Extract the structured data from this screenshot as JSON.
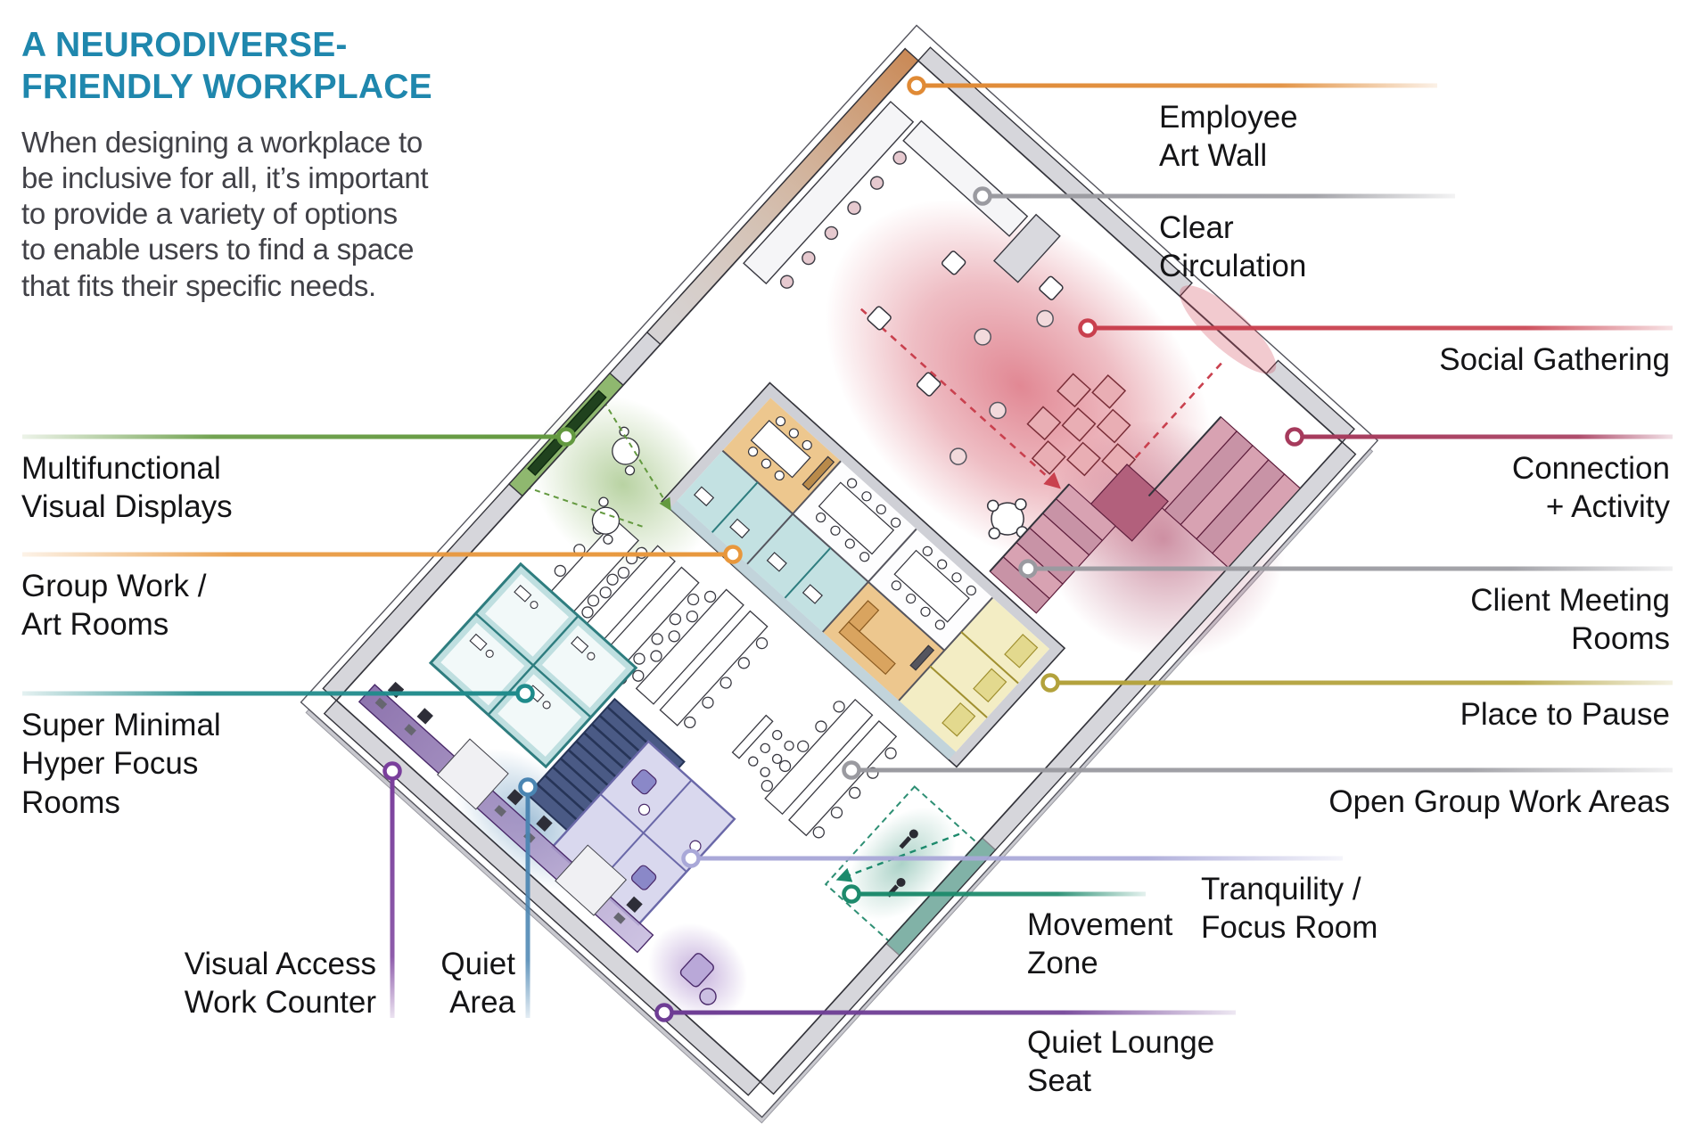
{
  "title": "A NEURODIVERSE-\nFRIENDLY WORKPLACE",
  "intro": "When designing a workplace to\nbe inclusive for all, it’s important\nto provide a variety of options\nto enable users to find a space\nthat fits their specific needs.",
  "palette": {
    "title_teal": "#1f87ad",
    "body_text": "#414147",
    "label_text": "#141416",
    "wall_gray": "#d6d6db",
    "floor_white": "#ffffff",
    "social_red": "#c9404e",
    "connection_maroon": "#a63a5c",
    "group_work_orange": "#e8973c",
    "displays_green": "#63993f",
    "hyper_focus_teal": "#1f8b8b",
    "visual_access_purple": "#7a3f9c",
    "quiet_area_blue": "#4a85b2",
    "neutral_gray": "#9a9aa0",
    "pause_olive": "#b3a23c",
    "tranquility_lavender": "#a9a8d8",
    "movement_jade": "#1d8a6c",
    "quiet_lounge_purple": "#6e3d94"
  },
  "callouts": [
    {
      "name": "multifunctional-visual-displays",
      "label": "Multifunctional\nVisual Displays",
      "color": "#63993f"
    },
    {
      "name": "group-work-art-rooms",
      "label": "Group Work /\nArt Rooms",
      "color": "#e8973c"
    },
    {
      "name": "super-minimal-hyper-focus-rooms",
      "label": "Super Minimal\nHyper Focus\nRooms",
      "color": "#1f8b8b"
    },
    {
      "name": "visual-access-work-counter",
      "label": "Visual Access\nWork Counter",
      "color": "#7a3f9c"
    },
    {
      "name": "quiet-area",
      "label": "Quiet\nArea",
      "color": "#4a85b2"
    },
    {
      "name": "employee-art-wall",
      "label": "Employee\nArt Wall",
      "color": "#e08a35"
    },
    {
      "name": "clear-circulation",
      "label": "Clear\nCirculation",
      "color": "#9a9aa0"
    },
    {
      "name": "social-gathering",
      "label": "Social Gathering",
      "color": "#c9404e"
    },
    {
      "name": "connection-activity",
      "label": "Connection\n+ Activity",
      "color": "#a63a5c"
    },
    {
      "name": "client-meeting-rooms",
      "label": "Client Meeting\nRooms",
      "color": "#9a9aa0"
    },
    {
      "name": "place-to-pause",
      "label": "Place to Pause",
      "color": "#b3a23c"
    },
    {
      "name": "open-group-work-areas",
      "label": "Open Group Work Areas",
      "color": "#9a9aa0"
    },
    {
      "name": "tranquility-focus-room",
      "label": "Tranquility /\nFocus Room",
      "color": "#a9a8d8"
    },
    {
      "name": "movement-zone",
      "label": "Movement\nZone",
      "color": "#1d8a6c"
    },
    {
      "name": "quiet-lounge-seat",
      "label": "Quiet Lounge\nSeat",
      "color": "#6e3d94"
    }
  ]
}
